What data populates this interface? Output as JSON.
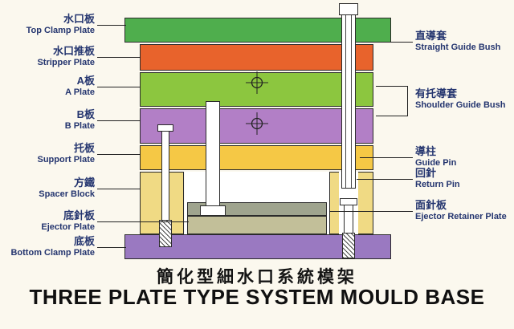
{
  "titles": {
    "chinese": "簡化型細水口系統模架",
    "english": "THREE PLATE TYPE SYSTEM MOULD BASE"
  },
  "left_labels": [
    {
      "zh": "水口板",
      "en": "Top Clamp Plate"
    },
    {
      "zh": "水口推板",
      "en": "Stripper Plate"
    },
    {
      "zh": "A板",
      "en": "A Plate"
    },
    {
      "zh": "B板",
      "en": "B Plate"
    },
    {
      "zh": "托板",
      "en": "Support Plate"
    },
    {
      "zh": "方鐵",
      "en": "Spacer Block"
    },
    {
      "zh": "底針板",
      "en": "Ejector Plate"
    },
    {
      "zh": "底板",
      "en": "Bottom Clamp Plate"
    }
  ],
  "right_labels": [
    {
      "zh": "直導套",
      "en": "Straight Guide Bush"
    },
    {
      "zh": "有托導套",
      "en": "Shoulder Guide Bush"
    },
    {
      "zh": "導柱",
      "en": "Guide Pin"
    },
    {
      "zh": "回針",
      "en": "Return Pin"
    },
    {
      "zh": "面針板",
      "en": "Ejector Retainer Plate"
    }
  ],
  "colors": {
    "top_clamp": "#4fae4d",
    "stripper": "#e8632c",
    "a_plate": "#8cc63f",
    "b_plate": "#b27fc6",
    "support": "#f5c845",
    "spacer": "#f0da84",
    "cavity": "#ffffff",
    "ejector_retainer": "#9fa48e",
    "ejector": "#c2bf99",
    "bottom_clamp": "#9a79c1",
    "label_text": "#24356f"
  }
}
